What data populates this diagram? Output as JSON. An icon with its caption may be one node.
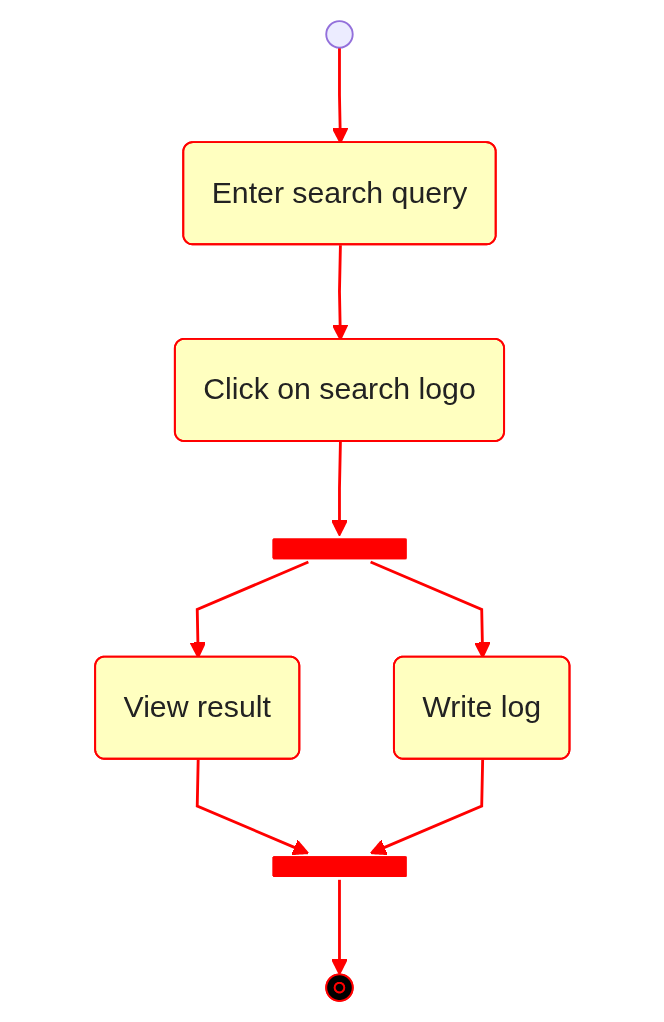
{
  "diagram": {
    "nodes": [
      {
        "text": [],
        "shape": "circle"
      },
      {
        "text": [
          "Enter search query"
        ]
      },
      {
        "text": [
          "Click on search logo"
        ]
      },
      {
        "text": [],
        "shape": "bar"
      },
      {
        "text": [
          "View result"
        ]
      },
      {
        "text": [
          "Write log"
        ]
      },
      {
        "text": [],
        "shape": "bar"
      },
      {
        "text": [],
        "shape": "circle"
      }
    ],
    "edges": [
      {
        "from": 0,
        "to": 1,
        "arrow": "to"
      },
      {
        "from": 1,
        "to": 2,
        "arrow": "to"
      },
      {
        "from": 2,
        "to": 3,
        "arrow": "to"
      },
      {
        "from": 3,
        "to": 4,
        "arrow": "to"
      },
      {
        "from": 3,
        "to": 5,
        "arrow": "to"
      },
      {
        "from": 4,
        "to": 6,
        "arrow": "to"
      },
      {
        "from": 5,
        "to": 6,
        "arrow": "to"
      },
      {
        "from": 6,
        "to": 7,
        "arrow": "to"
      }
    ]
  }
}
